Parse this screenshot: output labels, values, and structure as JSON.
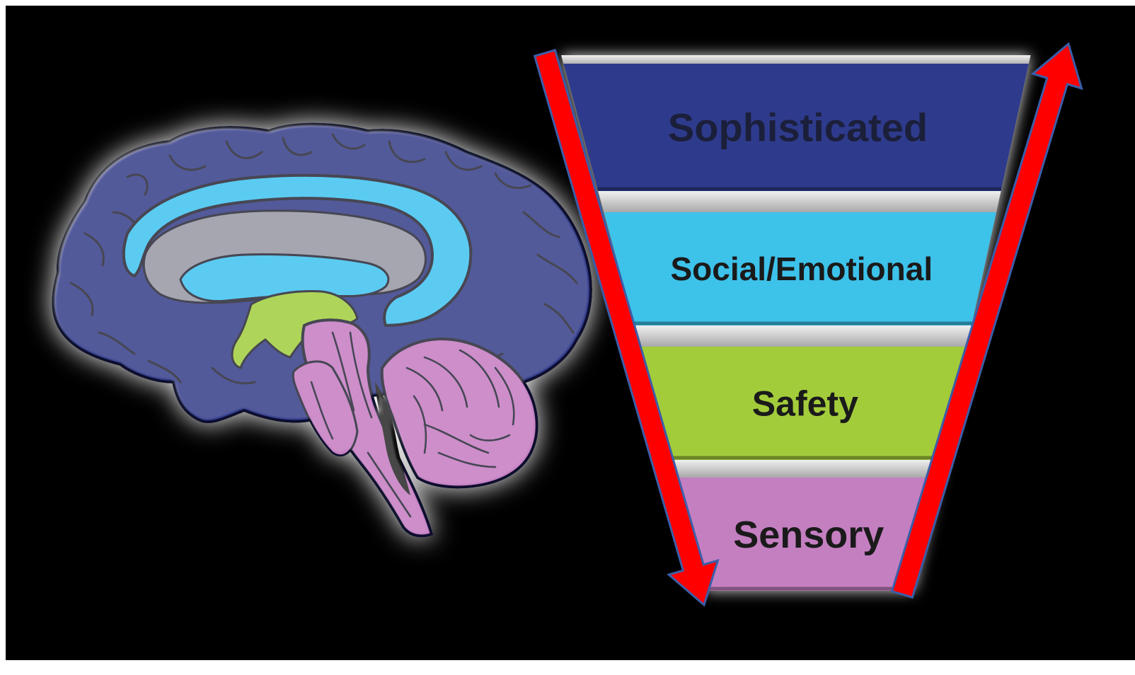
{
  "diagram": {
    "background_color": "#000000",
    "levels": [
      {
        "label": "Sophisticated",
        "color": "#2e3a8c",
        "text_color": "#1b1f3a"
      },
      {
        "label": "Social/Emotional",
        "color": "#3ec2ea",
        "text_color": "#1a1a1a"
      },
      {
        "label": "Safety",
        "color": "#a3cc3a",
        "text_color": "#1a1a1a"
      },
      {
        "label": "Sensory",
        "color": "#c47fc1",
        "text_color": "#1a1a1a"
      }
    ],
    "separator_color": "#c8c8c8",
    "arrow_color": "#ff0000",
    "arrow_outline": "#3b5ea8",
    "arrows": [
      {
        "icon": "arrow-down-icon",
        "direction": "down"
      },
      {
        "icon": "arrow-up-icon",
        "direction": "up"
      }
    ],
    "brain": {
      "icon": "brain-icon",
      "cortex_color": "#2e3a8c",
      "limbic_color": "#3ec2ea",
      "diencephalon_color": "#a3cc3a",
      "brainstem_color": "#c47fc1",
      "ventricle_color": "#9a9aa6"
    }
  }
}
